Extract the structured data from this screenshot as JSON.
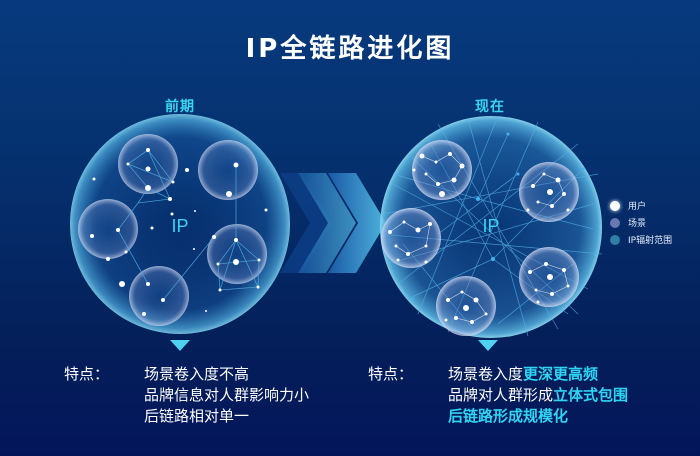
{
  "title": "IP全链路进化图",
  "colors": {
    "background_top": "#063a7e",
    "background_bottom": "#03155a",
    "accent_cyan": "#39d4f0",
    "highlight_text": "#2fd4f2",
    "user_dot": "#ffffff",
    "scene_dot": "#6a78b0",
    "ip_range_dot": "#2f7fa6"
  },
  "stages": [
    {
      "label": "前期",
      "center_label": "IP",
      "features_label": "特点：",
      "features": [
        {
          "parts": [
            {
              "text": "场景卷入度不高",
              "highlight": false
            }
          ]
        },
        {
          "parts": [
            {
              "text": "品牌信息对人群影响力小",
              "highlight": false
            }
          ]
        },
        {
          "parts": [
            {
              "text": "后链路相对单一",
              "highlight": false
            }
          ]
        }
      ]
    },
    {
      "label": "现在",
      "center_label": "IP",
      "features_label": "特点：",
      "features": [
        {
          "parts": [
            {
              "text": "场景卷入度",
              "highlight": false
            },
            {
              "text": "更深更高频",
              "highlight": true
            }
          ]
        },
        {
          "parts": [
            {
              "text": "品牌对人群形成",
              "highlight": false
            },
            {
              "text": "立体式包围",
              "highlight": true
            }
          ]
        },
        {
          "parts": [
            {
              "text": "后链路形成规模化",
              "highlight": true
            }
          ]
        }
      ]
    }
  ],
  "legend": [
    {
      "label": "用户",
      "icon": "white-dot"
    },
    {
      "label": "场景",
      "icon": "grey-blue-dot"
    },
    {
      "label": "IP辐射范围",
      "icon": "teal-dot"
    }
  ]
}
